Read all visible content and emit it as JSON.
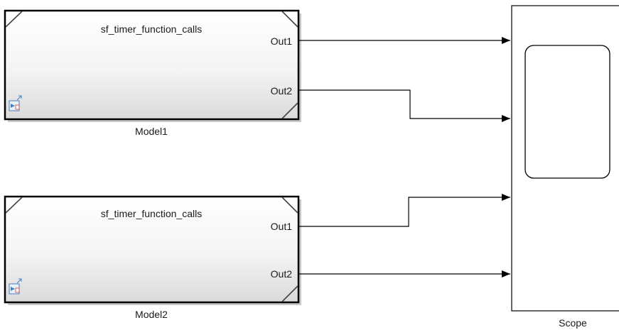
{
  "blocks": [
    {
      "id": "model1",
      "type": "model-reference",
      "block_name": "Model1",
      "referenced_model": "sf_timer_function_calls",
      "ports": [
        "Out1",
        "Out2"
      ]
    },
    {
      "id": "model2",
      "type": "model-reference",
      "block_name": "Model2",
      "referenced_model": "sf_timer_function_calls",
      "ports": [
        "Out1",
        "Out2"
      ]
    },
    {
      "id": "scope",
      "type": "scope",
      "block_name": "Scope",
      "input_count": 4
    }
  ],
  "connections": [
    {
      "from": "Model1.Out1",
      "to": "Scope.In1"
    },
    {
      "from": "Model1.Out2",
      "to": "Scope.In2"
    },
    {
      "from": "Model2.Out1",
      "to": "Scope.In3"
    },
    {
      "from": "Model2.Out2",
      "to": "Scope.In4"
    }
  ],
  "colors": {
    "block_border": "#000000",
    "block_fill_top": "#ffffff",
    "block_fill_bottom": "#dcdcdc",
    "shadow": "#c8c8c8",
    "line": "#000000",
    "model_icon": "#4a7fc0"
  }
}
